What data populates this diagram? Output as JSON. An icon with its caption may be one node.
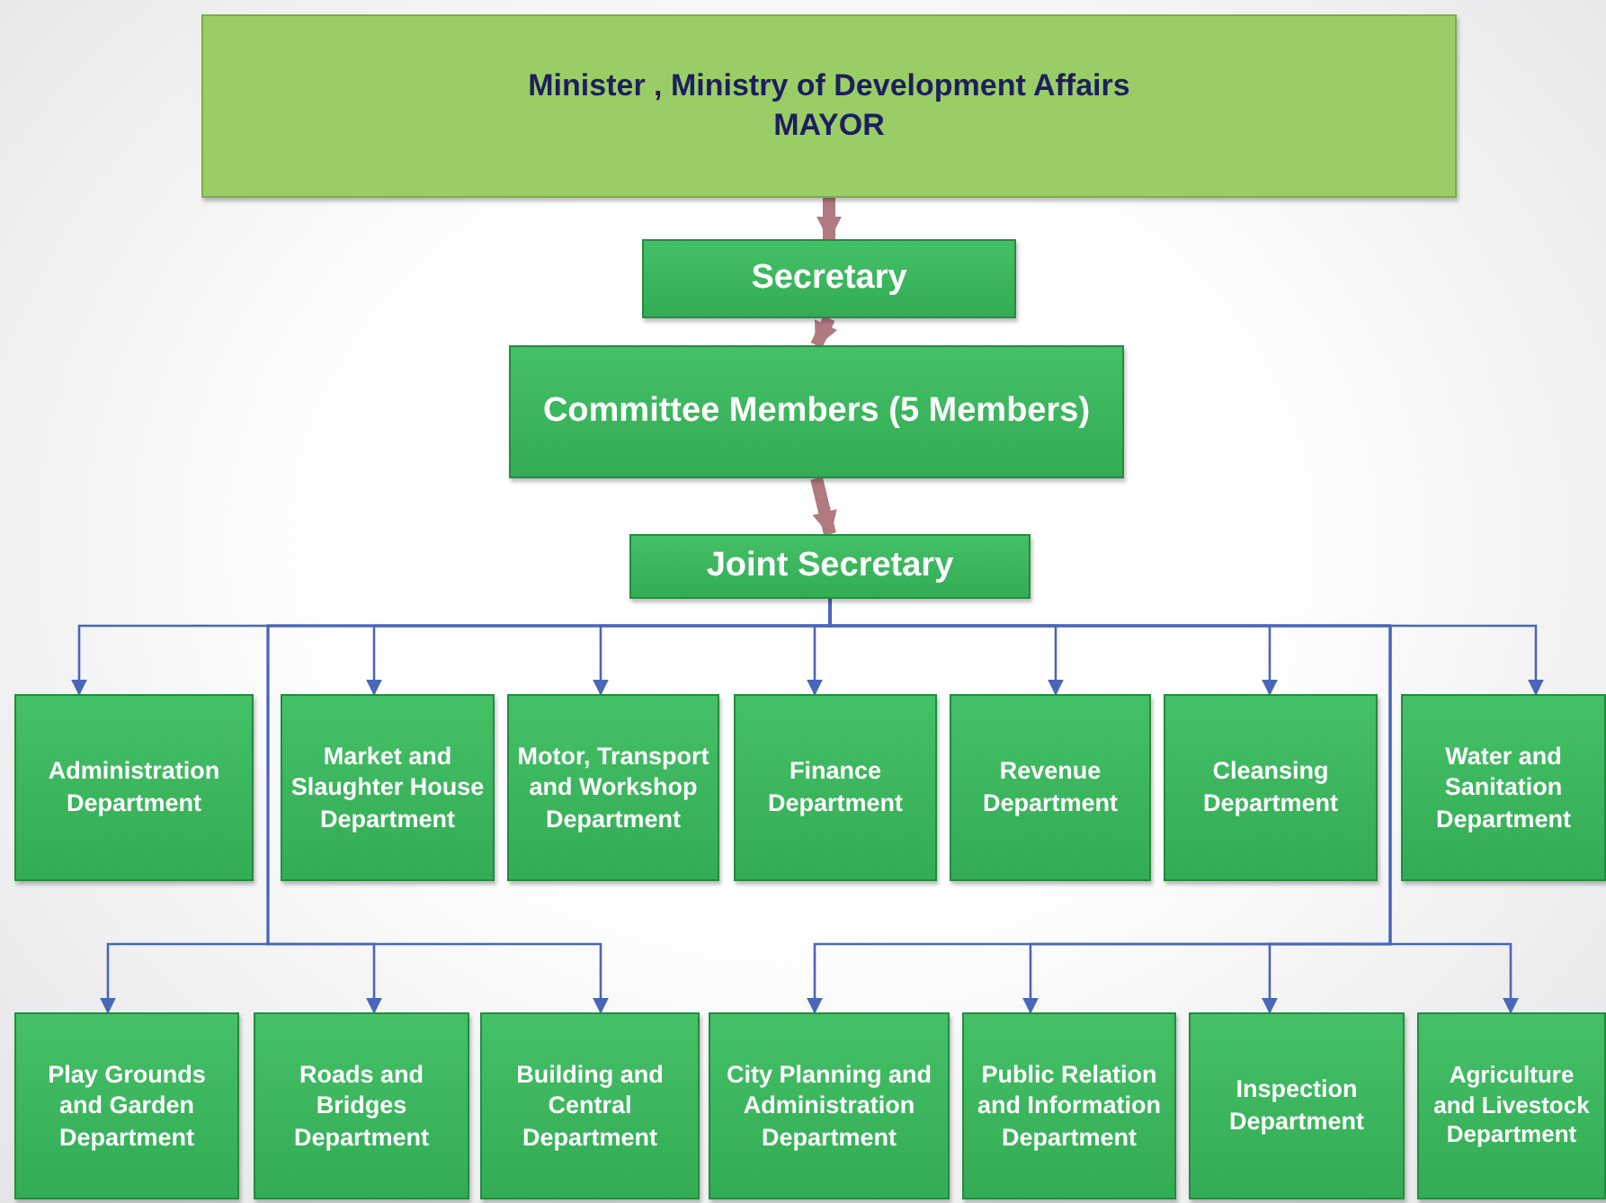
{
  "diagram": {
    "nodes": [
      {
        "text": [
          "Minister , Ministry of Development Affairs",
          "MAYOR"
        ]
      },
      {
        "text": [
          "Secretary"
        ]
      },
      {
        "text": [
          "Committee Members (5 Members)"
        ]
      },
      {
        "text": [
          "Joint Secretary"
        ]
      },
      {
        "text": [
          "Administration Department"
        ]
      },
      {
        "text": [
          "Market and Slaughter House Department"
        ]
      },
      {
        "text": [
          "Motor, Transport and Workshop Department"
        ]
      },
      {
        "text": [
          "Finance Department"
        ]
      },
      {
        "text": [
          "Revenue Department"
        ]
      },
      {
        "text": [
          "Cleansing Department"
        ]
      },
      {
        "text": [
          "Water and Sanitation Department"
        ]
      },
      {
        "text": [
          "Play Grounds and Garden Department"
        ]
      },
      {
        "text": [
          "Roads and Bridges Department"
        ]
      },
      {
        "text": [
          "Building and Central Department"
        ]
      },
      {
        "text": [
          "City Planning and Administration Department"
        ]
      },
      {
        "text": [
          "Public Relation and Information Department"
        ]
      },
      {
        "text": [
          "Inspection Department"
        ]
      },
      {
        "text": [
          "Agriculture and Livestock Department"
        ]
      }
    ],
    "edges": [
      {
        "from": 0,
        "to": 1,
        "arrow": "to",
        "style": "thick",
        "color": "#b07a80"
      },
      {
        "from": 1,
        "to": 2,
        "arrow": "to",
        "style": "thick",
        "color": "#b07a80"
      },
      {
        "from": 2,
        "to": 3,
        "arrow": "to",
        "style": "thick",
        "color": "#b07a80"
      },
      {
        "from": 3,
        "to": 4,
        "arrow": "to"
      },
      {
        "from": 3,
        "to": 5,
        "arrow": "to"
      },
      {
        "from": 3,
        "to": 6,
        "arrow": "to"
      },
      {
        "from": 3,
        "to": 7,
        "arrow": "to"
      },
      {
        "from": 3,
        "to": 8,
        "arrow": "to"
      },
      {
        "from": 3,
        "to": 9,
        "arrow": "to"
      },
      {
        "from": 3,
        "to": 10,
        "arrow": "to"
      },
      {
        "from": 3,
        "to": 11,
        "arrow": "to"
      },
      {
        "from": 3,
        "to": 12,
        "arrow": "to"
      },
      {
        "from": 3,
        "to": 13,
        "arrow": "to"
      },
      {
        "from": 3,
        "to": 14,
        "arrow": "to"
      },
      {
        "from": 3,
        "to": 15,
        "arrow": "to"
      },
      {
        "from": 3,
        "to": 16,
        "arrow": "to"
      },
      {
        "from": 3,
        "to": 17,
        "arrow": "to"
      }
    ]
  }
}
